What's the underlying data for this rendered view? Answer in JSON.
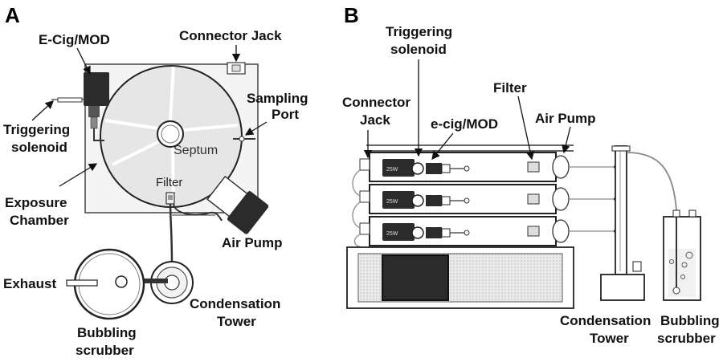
{
  "panel_a": {
    "letter": "A",
    "labels": {
      "ecig": "E-Cig/MOD",
      "connector": "Connector Jack",
      "sampling1": "Sampling",
      "sampling2": "Port",
      "trig1": "Triggering",
      "trig2": "solenoid",
      "septum": "Septum",
      "filter": "Filter",
      "exposure1": "Exposure",
      "exposure2": "Chamber",
      "airpump": "Air Pump",
      "exhaust": "Exhaust",
      "condensation1": "Condensation",
      "condensation2": "Tower",
      "bubbling1": "Bubbling",
      "bubbling2": "scrubber"
    }
  },
  "panel_b": {
    "letter": "B",
    "labels": {
      "trig1": "Triggering",
      "trig2": "solenoid",
      "connector1": "Connector",
      "connector2": "Jack",
      "ecig": "e-cig/MOD",
      "filter": "Filter",
      "airpump": "Air Pump",
      "condensation1": "Condensation",
      "condensation2": "Tower",
      "bubbling1": "Bubbling",
      "bubbling2": "scrubber"
    },
    "device_text": "25W"
  },
  "colors": {
    "ink": "#111111",
    "device": "#2b2b2b",
    "chamber": "#e6e6e6"
  }
}
